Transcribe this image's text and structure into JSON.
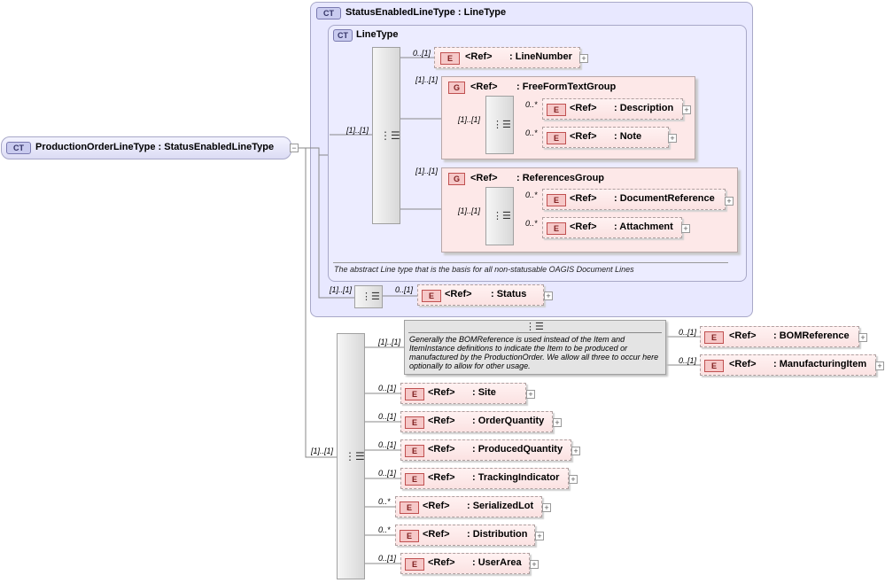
{
  "root": {
    "badge": "CT",
    "label": "ProductionOrderLineType : StatusEnabledLineType"
  },
  "base": {
    "badge": "CT",
    "label": "StatusEnabledLineType : LineType"
  },
  "linetype": {
    "badge": "CT",
    "label": "LineType",
    "doc": "The abstract Line type that is the basis for all non-statusable OAGIS Document Lines"
  },
  "cards": {
    "lt_seq": "[1]..[1]",
    "c01": "0..[1]",
    "c11": "[1]..[1]",
    "cstar": "0..*"
  },
  "elements": {
    "line_number": {
      "badge": "E",
      "ref": "<Ref>",
      "name": ": LineNumber",
      "card": "0..[1]"
    },
    "description": {
      "badge": "E",
      "ref": "<Ref>",
      "name": ": Description",
      "card": "0..*"
    },
    "note": {
      "badge": "E",
      "ref": "<Ref>",
      "name": ": Note",
      "card": "0..*"
    },
    "document_reference": {
      "badge": "E",
      "ref": "<Ref>",
      "name": ": DocumentReference",
      "card": "0..*"
    },
    "attachment": {
      "badge": "E",
      "ref": "<Ref>",
      "name": ": Attachment",
      "card": "0..*"
    },
    "status": {
      "badge": "E",
      "ref": "<Ref>",
      "name": ": Status",
      "card": "0..[1]"
    },
    "bom_reference": {
      "badge": "E",
      "ref": "<Ref>",
      "name": ": BOMReference",
      "card": "0..[1]"
    },
    "manufacturing_item": {
      "badge": "E",
      "ref": "<Ref>",
      "name": ": ManufacturingItem",
      "card": "0..[1]"
    },
    "site": {
      "badge": "E",
      "ref": "<Ref>",
      "name": ": Site",
      "card": "0..[1]"
    },
    "order_quantity": {
      "badge": "E",
      "ref": "<Ref>",
      "name": ": OrderQuantity",
      "card": "0..[1]"
    },
    "produced_quantity": {
      "badge": "E",
      "ref": "<Ref>",
      "name": ": ProducedQuantity",
      "card": "0..[1]"
    },
    "tracking_indicator": {
      "badge": "E",
      "ref": "<Ref>",
      "name": ": TrackingIndicator",
      "card": "0..[1]"
    },
    "serialized_lot": {
      "badge": "E",
      "ref": "<Ref>",
      "name": ": SerializedLot",
      "card": "0..*"
    },
    "distribution": {
      "badge": "E",
      "ref": "<Ref>",
      "name": ": Distribution",
      "card": "0..*"
    },
    "user_area": {
      "badge": "E",
      "ref": "<Ref>",
      "name": ": UserArea",
      "card": "0..[1]"
    }
  },
  "groups": {
    "free_form": {
      "badge": "G",
      "ref": "<Ref>",
      "name": ": FreeFormTextGroup",
      "card": "[1]..[1]"
    },
    "references": {
      "badge": "G",
      "ref": "<Ref>",
      "name": ": ReferencesGroup",
      "card": "[1]..[1]"
    }
  },
  "choice_note": "Generally the BOMReference is used instead of the Item and ItemInstance definitions to indicate the Item to be produced or manufactured by the ProductionOrder. We allow all three to occur here optionally to allow for other usage.",
  "expand_symbol": "+",
  "collapse_symbol": "−"
}
